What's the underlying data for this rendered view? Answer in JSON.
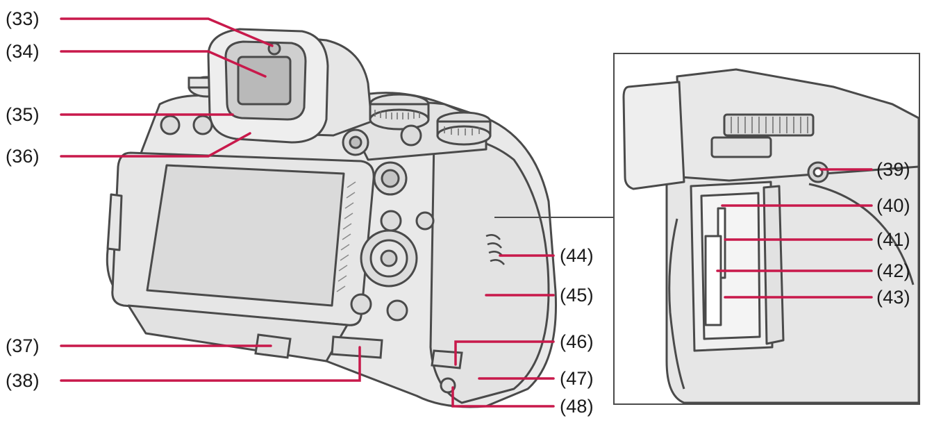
{
  "callouts": {
    "c33": "(33)",
    "c34": "(34)",
    "c35": "(35)",
    "c36": "(36)",
    "c37": "(37)",
    "c38": "(38)",
    "c39": "(39)",
    "c40": "(40)",
    "c41": "(41)",
    "c42": "(42)",
    "c43": "(43)",
    "c44": "(44)",
    "c45": "(45)",
    "c46": "(46)",
    "c47": "(47)",
    "c48": "(48)"
  },
  "colors": {
    "leader": "#c8194b",
    "outline": "#4a4a4a",
    "body": "#e9e9e9",
    "screen": "#dadada"
  }
}
